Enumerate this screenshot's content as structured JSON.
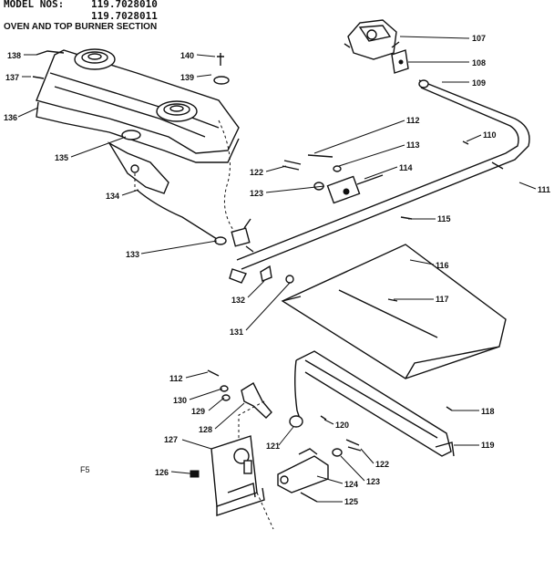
{
  "header": {
    "model_label": "MODEL NOS:",
    "model_1": "119.7028010",
    "model_2": "119.7028011",
    "section_title": "OVEN AND TOP BURNER SECTION"
  },
  "page_code": "F5",
  "parts": [
    {
      "id": "p107",
      "label": "107"
    },
    {
      "id": "p108",
      "label": "108"
    },
    {
      "id": "p109",
      "label": "109"
    },
    {
      "id": "p110",
      "label": "110"
    },
    {
      "id": "p111",
      "label": "111"
    },
    {
      "id": "p112a",
      "label": "112"
    },
    {
      "id": "p113a",
      "label": "113"
    },
    {
      "id": "p114",
      "label": "114"
    },
    {
      "id": "p115",
      "label": "115"
    },
    {
      "id": "p116",
      "label": "116"
    },
    {
      "id": "p117",
      "label": "117"
    },
    {
      "id": "p118",
      "label": "118"
    },
    {
      "id": "p119",
      "label": "119"
    },
    {
      "id": "p120",
      "label": "120"
    },
    {
      "id": "p121",
      "label": "121"
    },
    {
      "id": "p122a",
      "label": "122"
    },
    {
      "id": "p122b",
      "label": "122"
    },
    {
      "id": "p123a",
      "label": "123"
    },
    {
      "id": "p123b",
      "label": "123"
    },
    {
      "id": "p124",
      "label": "124"
    },
    {
      "id": "p125",
      "label": "125"
    },
    {
      "id": "p126",
      "label": "126"
    },
    {
      "id": "p127",
      "label": "127"
    },
    {
      "id": "p128",
      "label": "128"
    },
    {
      "id": "p129",
      "label": "129"
    },
    {
      "id": "p130",
      "label": "130"
    },
    {
      "id": "p131",
      "label": "131"
    },
    {
      "id": "p132",
      "label": "132"
    },
    {
      "id": "p133",
      "label": "133"
    },
    {
      "id": "p134",
      "label": "134"
    },
    {
      "id": "p135",
      "label": "135"
    },
    {
      "id": "p136",
      "label": "136"
    },
    {
      "id": "p137",
      "label": "137"
    },
    {
      "id": "p138",
      "label": "138"
    },
    {
      "id": "p139",
      "label": "139"
    },
    {
      "id": "p140",
      "label": "140"
    },
    {
      "id": "p112b",
      "label": "112"
    }
  ]
}
